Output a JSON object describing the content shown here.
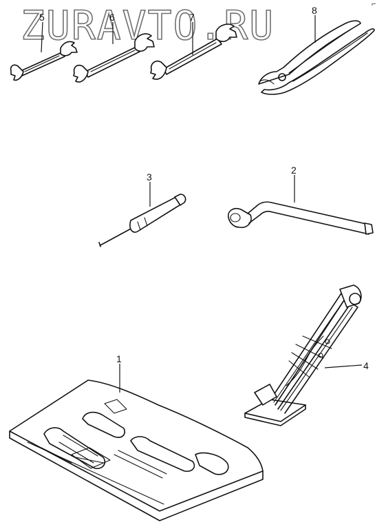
{
  "watermark": {
    "text": "ZURAVTO.RU"
  },
  "corner_mark": "⌐",
  "callouts": [
    {
      "id": "1",
      "label": "1"
    },
    {
      "id": "2",
      "label": "2"
    },
    {
      "id": "3",
      "label": "3"
    },
    {
      "id": "4",
      "label": "4"
    },
    {
      "id": "5",
      "label": "5"
    },
    {
      "id": "6",
      "label": "6"
    },
    {
      "id": "7",
      "label": "7"
    },
    {
      "id": "8",
      "label": "8"
    }
  ],
  "parts": [
    {
      "callout": "1",
      "icon": "tool-tray-icon"
    },
    {
      "callout": "2",
      "icon": "lug-wrench-icon"
    },
    {
      "callout": "3",
      "icon": "screwdriver-icon"
    },
    {
      "callout": "4",
      "icon": "scissor-jack-icon"
    },
    {
      "callout": "5",
      "icon": "open-end-wrench-small-icon"
    },
    {
      "callout": "6",
      "icon": "open-end-wrench-medium-icon"
    },
    {
      "callout": "7",
      "icon": "open-end-wrench-large-icon"
    },
    {
      "callout": "8",
      "icon": "pliers-icon"
    }
  ],
  "colors": {
    "line": "#111111",
    "background": "#ffffff",
    "watermark_outline": "#6f6f6f"
  }
}
